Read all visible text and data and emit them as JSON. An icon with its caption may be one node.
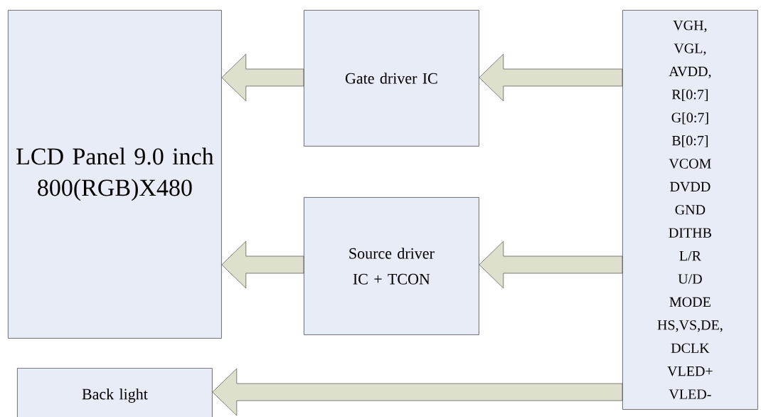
{
  "diagram": {
    "nodes": [
      {
        "text": [
          "LCD Panel 9.0 inch 800(RGB)X480"
        ]
      },
      {
        "text": [
          "Gate driver IC"
        ]
      },
      {
        "text": [
          "Source driver IC + TCON"
        ]
      },
      {
        "text": [
          "VGH,",
          "VGL,",
          "AVDD,",
          "R[0:7]",
          "G[0:7]",
          "B[0:7]",
          "VCOM",
          "DVDD",
          "GND",
          "DITHB",
          "L/R",
          "U/D",
          "MODE",
          "HS,VS,DE,",
          "DCLK",
          "VLED+",
          "VLED-"
        ]
      },
      {
        "text": [
          "Back light"
        ]
      }
    ],
    "edges": [
      {
        "from": 1,
        "to": 0,
        "arrow": "to"
      },
      {
        "from": 2,
        "to": 0,
        "arrow": "to"
      },
      {
        "from": 3,
        "to": 1,
        "arrow": "to"
      },
      {
        "from": 3,
        "to": 2,
        "arrow": "to"
      },
      {
        "from": 3,
        "to": 4,
        "arrow": "to"
      }
    ]
  }
}
